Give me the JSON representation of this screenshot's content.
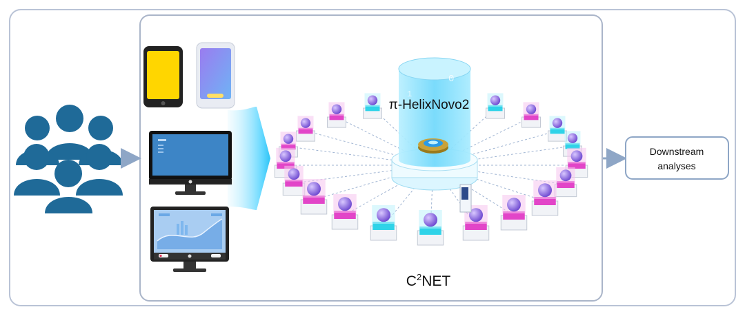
{
  "diagram": {
    "center_title": "π-HelixNovo2",
    "network_label_base": "C",
    "network_label_sup": "2",
    "network_label_rest": "NET",
    "output_box_line1": "Downstream",
    "output_box_line2": "analyses"
  },
  "colors": {
    "frame_stroke": "#b9c3d6",
    "users": "#1f6a98",
    "phone_yellow": "#ffd600",
    "node_magenta": "#e245c8",
    "node_cyan": "#2fd3e8",
    "sphere": "#8e64e4",
    "tower": "#8fe3ff",
    "arrow": "#8ea6c6"
  }
}
